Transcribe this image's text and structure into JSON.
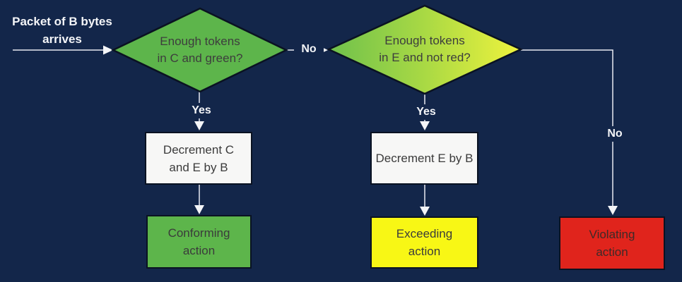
{
  "canvas": {
    "background_color": "#13264a",
    "connector_color": "#e9eaf2",
    "shape_border_color": "#0a1222"
  },
  "start": {
    "label": "Packet of B bytes\narrives",
    "text_color": "#f4f5f8"
  },
  "decisions": {
    "green": {
      "label": "Enough tokens\nin C and green?",
      "fill": "#5db54b"
    },
    "yellow": {
      "label": "Enough tokens\nin E and not red?",
      "fill_gradient": [
        "#6fc14c",
        "#a9d944",
        "#eff33d"
      ]
    }
  },
  "edge_labels": {
    "no_between_decisions": "No",
    "yes_left": "Yes",
    "yes_middle": "Yes",
    "no_right": "No"
  },
  "processes": {
    "decrement_ce": {
      "label": "Decrement C\nand E by B",
      "fill": "#f7f7f6"
    },
    "decrement_e": {
      "label": "Decrement E by B",
      "fill": "#f7f7f6"
    }
  },
  "actions": {
    "conforming": {
      "label": "Conforming\naction",
      "fill": "#5db54b"
    },
    "exceeding": {
      "label": "Exceeding\naction",
      "fill": "#f8f715"
    },
    "violating": {
      "label": "Violating\naction",
      "fill": "#e0241c"
    }
  }
}
